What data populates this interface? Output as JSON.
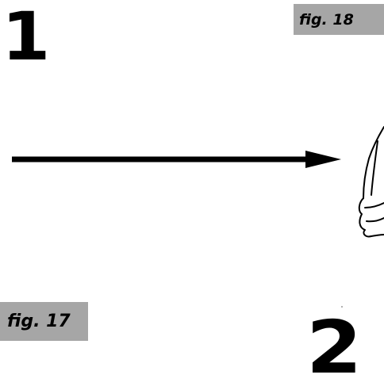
{
  "steps": {
    "first": "1",
    "second": "2"
  },
  "figures": {
    "upper": "fig. 18",
    "lower": "fig. 17"
  },
  "icons": {
    "arrow": "arrow-right-icon",
    "drawing": "hand-sketch-icon"
  },
  "colors": {
    "label_background": "#a6a6a6",
    "ink": "#000000",
    "background": "#ffffff"
  }
}
